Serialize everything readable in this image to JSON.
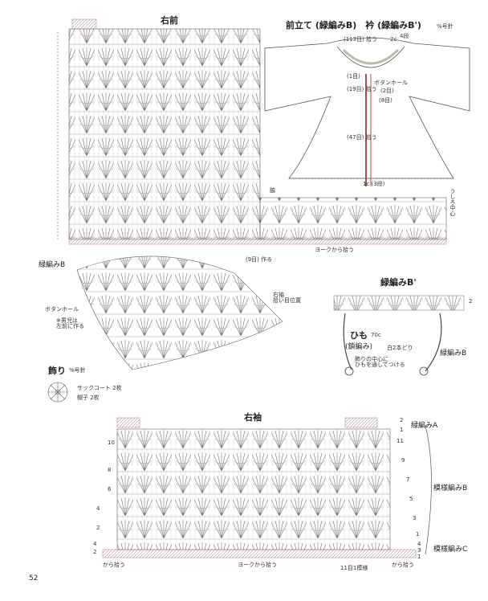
{
  "page_number": "52",
  "right_front": {
    "title": "右前",
    "label_edge_a": "緑編みB",
    "buttonhole": "ボタンホール",
    "note": "※男児は\n左前に作る",
    "side_position": "右袖\n拾い目位置",
    "nine_rows": "(9目) 作る",
    "pick_from_yoke": "ヨークから拾う",
    "side_word": "脇",
    "back_center": "うしろ中心"
  },
  "overview": {
    "title": "前立て (緑編みB)　衿 (緑編みB')",
    "hook": "%号針",
    "pick_113": "(113目) 拾う",
    "num_2c": "2c",
    "num_4": "4段",
    "buttonhole": "ボタンホール",
    "buttonhole_count": "(2目)",
    "one_st": "(1目)",
    "pick_19": "(19目) 拾う",
    "eight_st": "(8目)",
    "pick_47": "(47目) 拾う",
    "bottom": "1c (3段)"
  },
  "edge_b_prime": {
    "title": "緑編みB'",
    "cord": "ひも",
    "cord_len": "70c",
    "cord_type": "(鎖編み)",
    "cord_yarn": "白2本どり",
    "instruction": "飾りの中心に\nひもを通してつける",
    "edge_b": "緑編みB",
    "row_2": "2"
  },
  "decoration": {
    "title": "飾り",
    "hook": "%号針",
    "line1": "サックコート 2枚",
    "line2": "帽子 2枚"
  },
  "right_sleeve": {
    "title": "右袖",
    "edge_a": "緑編みA",
    "pattern_b": "模様編みB",
    "pattern_c": "模様編みC",
    "pick_left": "から拾う",
    "pick_yoke": "ヨークから拾う",
    "pattern_repeat": "11目1模様",
    "pick_right": "から拾う",
    "left_rows": [
      "10",
      "8",
      "6",
      "4",
      "2",
      "4",
      "2"
    ],
    "right_rows": [
      "2",
      "1",
      "11",
      "9",
      "7",
      "5",
      "3",
      "1",
      "4",
      "3",
      "1"
    ]
  }
}
